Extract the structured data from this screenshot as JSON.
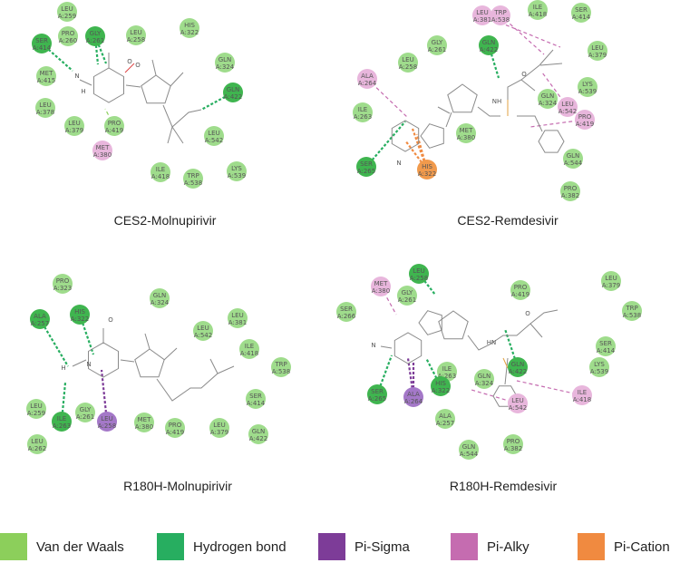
{
  "colors": {
    "vdw": "#8ccf5b",
    "hbond": "#27ae60",
    "pisigma": "#7d3c98",
    "pialkyl": "#c56cb0",
    "pication": "#f08a40",
    "vdw_fill": "#9fdc8c",
    "hbond_fill": "#3fb54f",
    "pisigma_fill": "#a478c8",
    "pialkyl_fill": "#e8b6dc",
    "pication_fill": "#f19a4c"
  },
  "legend": [
    {
      "label": "Van der Waals",
      "color_key": "vdw"
    },
    {
      "label": "Hydrogen bond",
      "color_key": "hbond"
    },
    {
      "label": "Pi-Sigma",
      "color_key": "pisigma"
    },
    {
      "label": "Pi-Alky",
      "color_key": "pialkyl"
    },
    {
      "label": "Pi-Cation",
      "color_key": "pication"
    }
  ],
  "panels": [
    {
      "title": "CES2-Molnupirivir",
      "residues": [
        {
          "name": "LEU",
          "num": "A:259",
          "type": "vdw"
        },
        {
          "name": "SER",
          "num": "A:414",
          "type": "hbond"
        },
        {
          "name": "PRO",
          "num": "A:260",
          "type": "vdw"
        },
        {
          "name": "GLY",
          "num": "A:261",
          "type": "hbond"
        },
        {
          "name": "LEU",
          "num": "A:258",
          "type": "vdw"
        },
        {
          "name": "HIS",
          "num": "A:322",
          "type": "vdw"
        },
        {
          "name": "MET",
          "num": "A:415",
          "type": "vdw"
        },
        {
          "name": "GLN",
          "num": "A:324",
          "type": "vdw"
        },
        {
          "name": "GLN",
          "num": "A:422",
          "type": "hbond"
        },
        {
          "name": "LEU",
          "num": "A:378",
          "type": "vdw"
        },
        {
          "name": "LEU",
          "num": "A:379",
          "type": "vdw"
        },
        {
          "name": "PRO",
          "num": "A:419",
          "type": "vdw"
        },
        {
          "name": "LEU",
          "num": "A:542",
          "type": "vdw"
        },
        {
          "name": "MET",
          "num": "A:380",
          "type": "pialkyl"
        },
        {
          "name": "ILE",
          "num": "A:418",
          "type": "vdw"
        },
        {
          "name": "TRP",
          "num": "A:538",
          "type": "vdw"
        },
        {
          "name": "LYS",
          "num": "A:539",
          "type": "vdw"
        }
      ]
    },
    {
      "title": "CES2-Remdesivir",
      "residues": [
        {
          "name": "LEU",
          "num": "A:381",
          "type": "pialkyl"
        },
        {
          "name": "TRP",
          "num": "A:538",
          "type": "pialkyl"
        },
        {
          "name": "ILE",
          "num": "A:418",
          "type": "vdw"
        },
        {
          "name": "SER",
          "num": "A:414",
          "type": "vdw"
        },
        {
          "name": "GLY",
          "num": "A:261",
          "type": "vdw"
        },
        {
          "name": "GLN",
          "num": "A:422",
          "type": "hbond"
        },
        {
          "name": "LEU",
          "num": "A:379",
          "type": "vdw"
        },
        {
          "name": "LEU",
          "num": "A:258",
          "type": "vdw"
        },
        {
          "name": "ALA",
          "num": "A:264",
          "type": "pialkyl"
        },
        {
          "name": "LYS",
          "num": "A:539",
          "type": "vdw"
        },
        {
          "name": "GLN",
          "num": "A:324",
          "type": "vdw"
        },
        {
          "name": "ILE",
          "num": "A:263",
          "type": "vdw"
        },
        {
          "name": "LEU",
          "num": "A:542",
          "type": "pialkyl"
        },
        {
          "name": "PRO",
          "num": "A:419",
          "type": "pialkyl"
        },
        {
          "name": "MET",
          "num": "A:380",
          "type": "vdw"
        },
        {
          "name": "SER",
          "num": "A:265",
          "type": "hbond"
        },
        {
          "name": "HIS",
          "num": "A:322",
          "type": "pication"
        },
        {
          "name": "GLN",
          "num": "A:544",
          "type": "vdw"
        },
        {
          "name": "PRO",
          "num": "A:382",
          "type": "vdw"
        }
      ]
    },
    {
      "title": "R180H-Molnupirivir",
      "residues": [
        {
          "name": "PRO",
          "num": "A:323",
          "type": "vdw"
        },
        {
          "name": "GLN",
          "num": "A:324",
          "type": "vdw"
        },
        {
          "name": "ALA",
          "num": "A:257",
          "type": "hbond"
        },
        {
          "name": "HIS",
          "num": "A:322",
          "type": "hbond"
        },
        {
          "name": "LEU",
          "num": "A:542",
          "type": "vdw"
        },
        {
          "name": "LEU",
          "num": "A:381",
          "type": "vdw"
        },
        {
          "name": "ILE",
          "num": "A:418",
          "type": "vdw"
        },
        {
          "name": "TRP",
          "num": "A:538",
          "type": "vdw"
        },
        {
          "name": "SER",
          "num": "A:414",
          "type": "vdw"
        },
        {
          "name": "LEU",
          "num": "A:259",
          "type": "vdw"
        },
        {
          "name": "GLY",
          "num": "A:261",
          "type": "vdw"
        },
        {
          "name": "ILE",
          "num": "A:263",
          "type": "hbond"
        },
        {
          "name": "LEU",
          "num": "A:258",
          "type": "pisigma"
        },
        {
          "name": "MET",
          "num": "A:380",
          "type": "vdw"
        },
        {
          "name": "PRO",
          "num": "A:419",
          "type": "vdw"
        },
        {
          "name": "LEU",
          "num": "A:379",
          "type": "vdw"
        },
        {
          "name": "GLN",
          "num": "A:422",
          "type": "vdw"
        },
        {
          "name": "LEU",
          "num": "A:262",
          "type": "vdw"
        }
      ]
    },
    {
      "title": "R180H-Remdesivir",
      "residues": [
        {
          "name": "LEU",
          "num": "A:258",
          "type": "hbond"
        },
        {
          "name": "MET",
          "num": "A:380",
          "type": "pialkyl"
        },
        {
          "name": "GLY",
          "num": "A:261",
          "type": "vdw"
        },
        {
          "name": "PRO",
          "num": "A:419",
          "type": "vdw"
        },
        {
          "name": "LEU",
          "num": "A:379",
          "type": "vdw"
        },
        {
          "name": "SER",
          "num": "A:266",
          "type": "vdw"
        },
        {
          "name": "TRP",
          "num": "A:538",
          "type": "vdw"
        },
        {
          "name": "ILE",
          "num": "A:263",
          "type": "vdw"
        },
        {
          "name": "GLN",
          "num": "A:422",
          "type": "hbond"
        },
        {
          "name": "SER",
          "num": "A:414",
          "type": "vdw"
        },
        {
          "name": "GLN",
          "num": "A:324",
          "type": "vdw"
        },
        {
          "name": "LYS",
          "num": "A:539",
          "type": "vdw"
        },
        {
          "name": "SER",
          "num": "A:265",
          "type": "hbond"
        },
        {
          "name": "HIS",
          "num": "A:322",
          "type": "hbond"
        },
        {
          "name": "ALA",
          "num": "A:264",
          "type": "pisigma"
        },
        {
          "name": "LEU",
          "num": "A:542",
          "type": "pialkyl"
        },
        {
          "name": "ILE",
          "num": "A:418",
          "type": "pialkyl"
        },
        {
          "name": "ALA",
          "num": "A:257",
          "type": "vdw"
        },
        {
          "name": "GLN",
          "num": "A:544",
          "type": "vdw"
        },
        {
          "name": "PRO",
          "num": "A:382",
          "type": "vdw"
        }
      ]
    }
  ]
}
